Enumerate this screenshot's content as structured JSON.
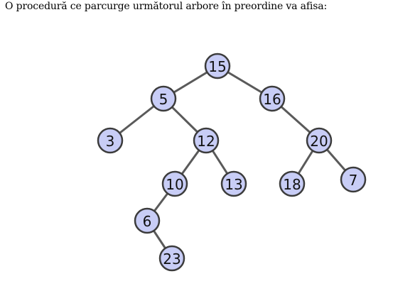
{
  "question": {
    "text": "O procedură ce parcurge următorul arbore în preordine va afisa:"
  },
  "tree": {
    "nodes": [
      {
        "id": "n15",
        "label": "15"
      },
      {
        "id": "n5",
        "label": "5"
      },
      {
        "id": "n16",
        "label": "16"
      },
      {
        "id": "n3",
        "label": "3"
      },
      {
        "id": "n12",
        "label": "12"
      },
      {
        "id": "n20",
        "label": "20"
      },
      {
        "id": "n10",
        "label": "10"
      },
      {
        "id": "n13",
        "label": "13"
      },
      {
        "id": "n18",
        "label": "18"
      },
      {
        "id": "n7",
        "label": "7"
      },
      {
        "id": "n6",
        "label": "6"
      },
      {
        "id": "n23",
        "label": "23"
      }
    ],
    "edges": [
      [
        "n15",
        "n5"
      ],
      [
        "n15",
        "n16"
      ],
      [
        "n5",
        "n3"
      ],
      [
        "n5",
        "n12"
      ],
      [
        "n12",
        "n10"
      ],
      [
        "n12",
        "n13"
      ],
      [
        "n16",
        "n20"
      ],
      [
        "n20",
        "n18"
      ],
      [
        "n20",
        "n7"
      ],
      [
        "n10",
        "n6"
      ],
      [
        "n6",
        "n23"
      ]
    ],
    "colors": {
      "node_fill": "#c8cdf6",
      "node_stroke": "#3c3c3c",
      "edge": "#5a5a5a"
    }
  }
}
